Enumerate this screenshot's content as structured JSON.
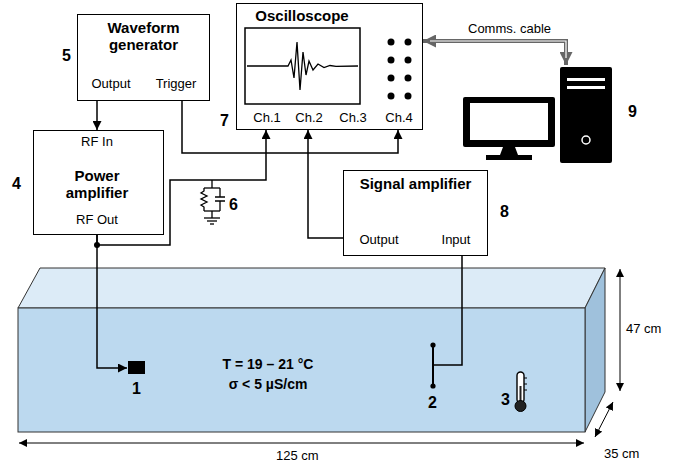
{
  "diagram": {
    "nodes": [
      {
        "text": [
          "Waveform generator",
          "Output",
          "Trigger"
        ]
      },
      {
        "text": [
          "Oscilloscope",
          "Ch.1",
          "Ch.2",
          "Ch.3",
          "Ch.4"
        ]
      },
      {
        "text": [
          "RF In",
          "Power amplifier",
          "RF Out"
        ]
      },
      {
        "text": [
          "Signal amplifier",
          "Output",
          "Input"
        ]
      },
      {
        "text": [
          "T = 19 – 21 °C",
          "σ < 5 µS/cm"
        ]
      }
    ],
    "edges": [
      {
        "from": 0,
        "to": 2,
        "arrow": "to"
      },
      {
        "from": 0,
        "to": 1,
        "arrow": "to"
      },
      {
        "from": 2,
        "to": 1,
        "arrow": "to"
      },
      {
        "from": 3,
        "to": 1,
        "arrow": "to"
      },
      {
        "from": 2,
        "to": 4,
        "arrow": "none"
      },
      {
        "from": 3,
        "to": 4,
        "arrow": "none"
      }
    ],
    "labels": [
      "5",
      "4",
      "6",
      "7",
      "8",
      "9",
      "1",
      "2",
      "3",
      "Comms. cable",
      "47 cm",
      "35 cm",
      "125 cm"
    ]
  }
}
